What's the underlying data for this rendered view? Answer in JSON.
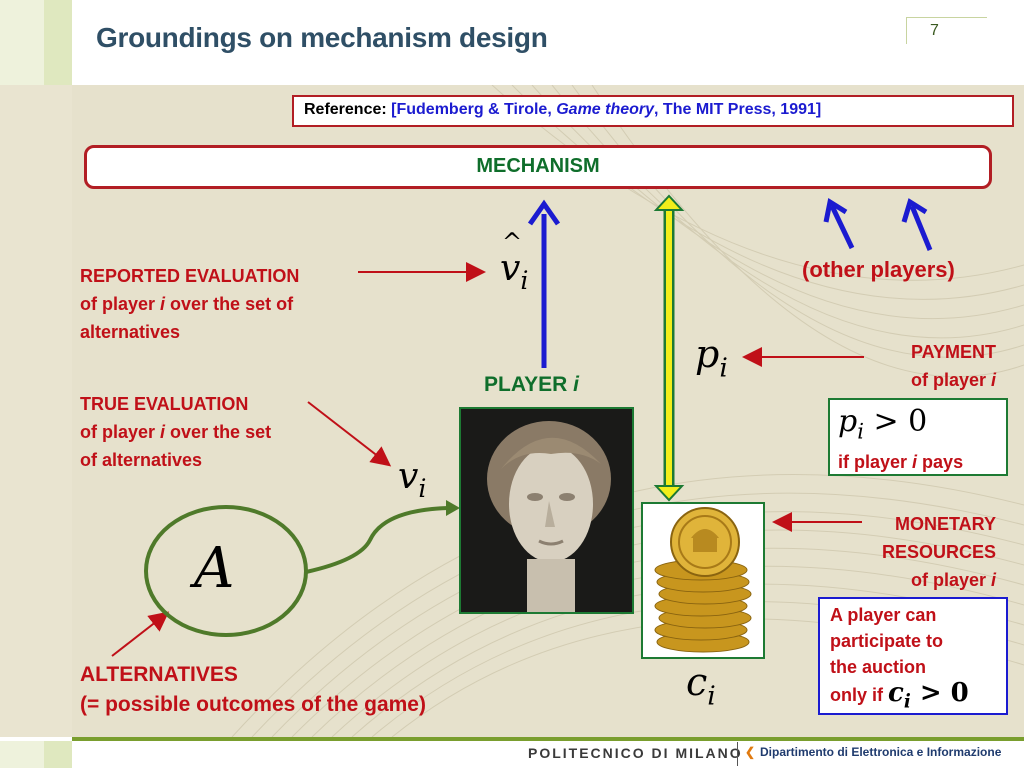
{
  "slide": {
    "title": "Groundings on mechanism design",
    "page_number": "7"
  },
  "reference": {
    "prefix": "Reference:",
    "bracket_open": "[Fudemberg & Tirole, ",
    "book": "Game theory",
    "rest": ", The MIT Press, 1991]"
  },
  "mechanism": {
    "label": "MECHANISM"
  },
  "player": {
    "label": "PLAYER ",
    "var": "i"
  },
  "other_players": "(other players)",
  "reported": {
    "line1": "REPORTED EVALUATION",
    "line2a": "of player ",
    "line2var": "i",
    "line2b": " over the set of",
    "line3": "alternatives"
  },
  "true_eval": {
    "line1": "TRUE EVALUATION",
    "line2a": "of player ",
    "line2var": "i",
    "line2b": " over the set",
    "line3": "of alternatives"
  },
  "payment": {
    "line1": "PAYMENT",
    "line2a": "of player ",
    "line2var": "i"
  },
  "payment_box": {
    "cond": "p",
    "cond_sub": "i",
    "cond_rest": " > 0",
    "text_a": "if player ",
    "text_var": "i",
    "text_b": " pays"
  },
  "monetary": {
    "line1": "MONETARY",
    "line2": "RESOURCES",
    "line3a": "of player ",
    "line3var": "i"
  },
  "auction_box": {
    "line1": "A player can",
    "line2": "participate to",
    "line3": "the auction",
    "line4": "only if ",
    "cond": "c",
    "cond_sub": "i",
    "cond_rest": " > 0"
  },
  "alternatives": {
    "line1": "ALTERNATIVES",
    "line2": "(= possible outcomes of the game)"
  },
  "math": {
    "vhat": "v",
    "v": "v",
    "p": "p",
    "c": "c",
    "sub": "i",
    "A": "A"
  },
  "footer": {
    "left": "POLITECNICO DI MILANO",
    "right": "Dipartimento di Elettronica e Informazione"
  },
  "colors": {
    "accent_red": "#c01018",
    "accent_green": "#0f6e2b",
    "arrow_blue": "#1b1bd0",
    "title_blue": "#2f4f66",
    "arrow_yellow": "#f2ee1a"
  }
}
